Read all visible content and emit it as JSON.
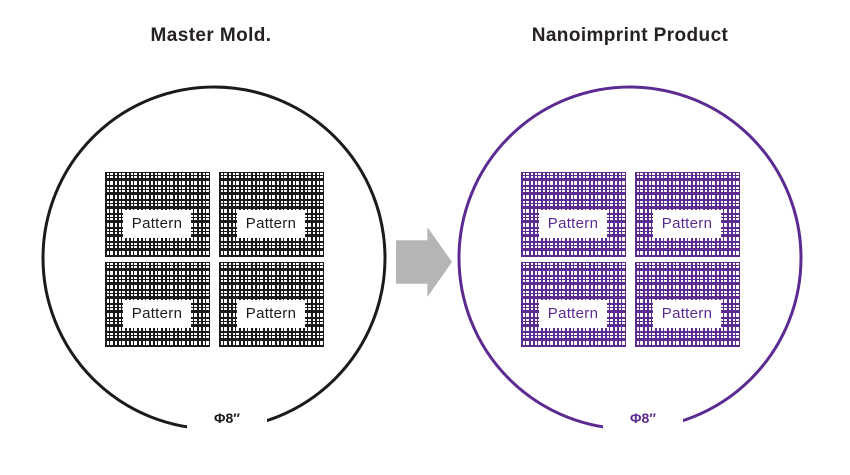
{
  "colors": {
    "background": "#ffffff",
    "title_text": "#262122",
    "master_mold": "#1b1b1b",
    "nanoimprint": "#5b2b92",
    "arrow": "#b5b5b5"
  },
  "diagram": {
    "arrow": {
      "direction": "right"
    },
    "wafers": [
      {
        "id": "master-mold",
        "title": "Master Mold.",
        "color": "#1b1b1b",
        "diameter_label": "Φ8″",
        "blocks": [
          "Pattern",
          "Pattern",
          "Pattern",
          "Pattern"
        ]
      },
      {
        "id": "nanoimprint-product",
        "title": "Nanoimprint Product",
        "color": "#5b2b92",
        "diameter_label": "Φ8″",
        "blocks": [
          "Pattern",
          "Pattern",
          "Pattern",
          "Pattern"
        ]
      }
    ]
  }
}
